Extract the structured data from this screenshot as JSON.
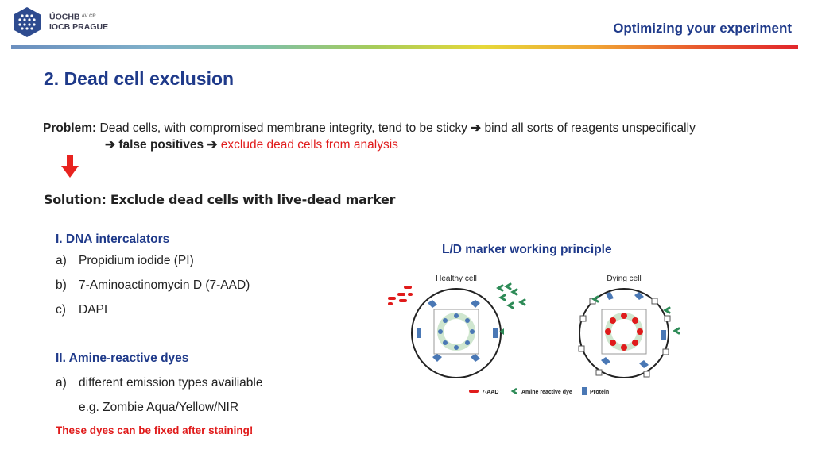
{
  "logo": {
    "line1": "ÚOCHB",
    "line1_sub": "AV ČR",
    "line2": "IOCB PRAGUE"
  },
  "header": {
    "title": "Optimizing your experiment"
  },
  "section": {
    "title": "2. Dead cell exclusion"
  },
  "problem": {
    "label": "Problem:",
    "text1": "Dead cells, with compromised membrane integrity, tend to be sticky",
    "text2": "bind all sorts of reagents unspecifically",
    "text3": "false positives",
    "text4": "exclude dead cells from analysis"
  },
  "solution": {
    "text": "Solution: Exclude dead cells with live-dead marker"
  },
  "dna": {
    "heading": "I. DNA intercalators",
    "items": [
      {
        "label": "a)",
        "text": "Propidium iodide (PI)"
      },
      {
        "label": "b)",
        "text": "7-Aminoactinomycin D (7-AAD)"
      },
      {
        "label": "c)",
        "text": "DAPI"
      }
    ]
  },
  "amine": {
    "heading": "II. Amine-reactive dyes",
    "items": [
      {
        "label": "a)",
        "text": "different emission types availiable"
      }
    ],
    "example": "e.g. Zombie Aqua/Yellow/NIR"
  },
  "note": "These dyes can be fixed after staining!",
  "diagram": {
    "title": "L/D marker working principle",
    "healthy_label": "Healthy cell",
    "dying_label": "Dying cell",
    "legend": [
      "7-AAD",
      "Amine reactive dye",
      "Protein"
    ]
  },
  "colors": {
    "accent_blue": "#1f3a8a",
    "alert_red": "#e01b1b",
    "dye_green": "#2e8b57",
    "protein_blue": "#4a78b5"
  }
}
